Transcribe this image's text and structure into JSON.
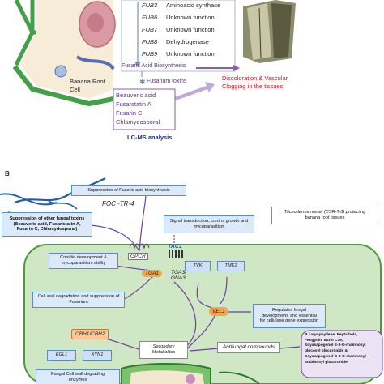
{
  "panel_a": {
    "genes": [
      {
        "name": "FUB3",
        "function": "Aminoacid synthase"
      },
      {
        "name": "FUB6",
        "function": "Unknown function"
      },
      {
        "name": "FUB7",
        "function": "Unknown function"
      },
      {
        "name": "FUB8",
        "function": "Dehydrogenase"
      },
      {
        "name": "FUB9",
        "function": "Unknown function"
      }
    ],
    "biosynthesis_label": "Fusaric Acid Biosynthesis",
    "cell_label_line1": "Banana Root",
    "cell_label_line2": "Cell",
    "toxins_label": "Fusarium toxins",
    "toxins": [
      "Beauveric acid",
      "Fusarstatin A",
      "Fusarin C",
      "Chlamydosporal"
    ],
    "analysis_label": "LC-MS analysis",
    "outcome_line1": "Discoloration & Vascular",
    "outcome_line2": "Clogging in the tissues"
  },
  "panel_b": {
    "panel_letter": "B",
    "suppress_fusaric": "Suppression of Fusaric acid biosynthesis",
    "foc_label": "FOC -TR-4",
    "suppress_toxins_line1": "Suppression of other fungal toxins",
    "suppress_toxins_line2": "(Beauveric acid, Fusaristatin A,",
    "suppress_toxins_line3": "Fusarin C, Chlamydosporal)",
    "signal_line1": "Signal transduction, control growth and",
    "signal_line2": "mycoparasitism",
    "trichoderma_line1": "Trichoderma reesei (CSR-T-3) protecting",
    "trichoderma_line2": "banana root tissues",
    "tac1": "TAC1",
    "gpcr": "GPCR",
    "tga1": "TGA1",
    "tga3_line1": "TGA3/",
    "tga3_line2": "GNA3",
    "tvk": "TVK",
    "tmk1": "TMK1",
    "conidia_line1": "Conidia development &",
    "conidia_line2": "mycoparasitism ability",
    "cellwall_line1": "Cell wall degradation and suppression of",
    "cellwall_line2": "Fusarium",
    "vel1": "VEL1",
    "regulates_line1": "Regulates fungal",
    "regulates_line2": "development, and essential",
    "regulates_line3": "for cellulase gene expression",
    "cbh": "CBH1/CBH2",
    "secondary_line1": "Secondary",
    "secondary_line2": "Metabolites",
    "antifungal": "Antifungal compounds",
    "compounds": [
      "B caryophyllene, Peptaibols,",
      "Fengycin, Iturin C19,",
      "Soyasapogenol E-3-O-rhamnosyl",
      "glucosyl glucuronide &",
      "Soyasapogenol D-3-O-rhamnosyl",
      "arabinosyl glucuronide"
    ],
    "egl1": "EGL1",
    "xyn1": "XYN1",
    "fcw_line1": "Fungal Cell wall degrading",
    "fcw_line2": "enzymes"
  }
}
